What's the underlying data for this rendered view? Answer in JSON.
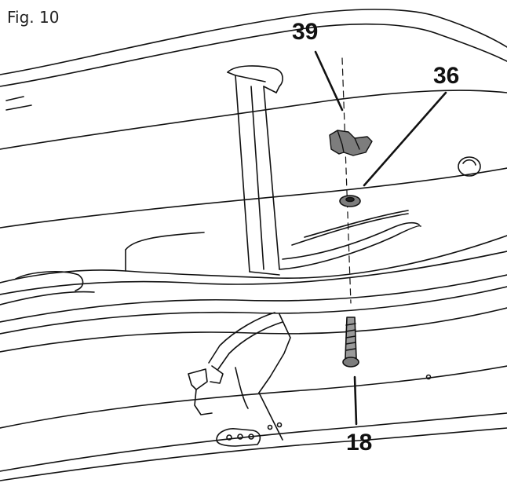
{
  "figure_label": "Fig. 10",
  "callouts": {
    "part_39": "39",
    "part_36": "36",
    "part_18": "18"
  },
  "parts": {
    "part_39": "wing-nut",
    "part_36": "washer",
    "part_18": "bolt"
  },
  "colors": {
    "line": "#111111",
    "part_fill": "#7d7d7d",
    "background": "#ffffff"
  }
}
